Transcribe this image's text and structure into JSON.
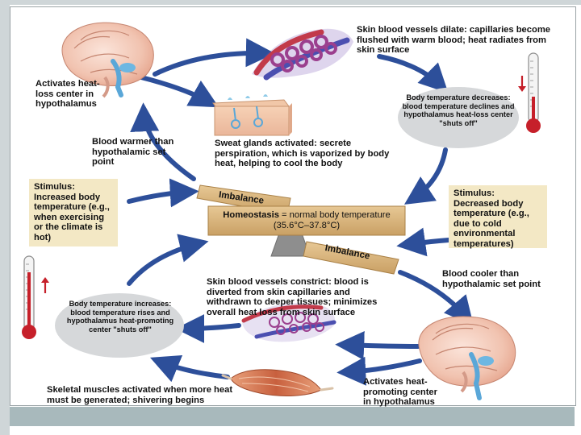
{
  "labels": {
    "activates_heat_loss": "Activates heat-loss center in hypothalamus",
    "blood_warmer": "Blood warmer than hypothalamic set point",
    "vessels_dilate": "Skin blood vessels dilate: capillaries become flushed with warm blood; heat radiates from skin surface",
    "sweat_glands": "Sweat glands activated: secrete perspiration, which is vaporized by body heat, helping to cool the body",
    "body_temp_decreases": "Body temperature decreases: blood temperature declines and hypothalamus heat-loss center \"shuts off\"",
    "stimulus_increased": "Stimulus: Increased body temperature (e.g., when exercising or the climate is hot)",
    "stimulus_decreased": "Stimulus: Decreased body temperature (e.g., due to cold environmental temperatures)",
    "imbalance_top": "Imbalance",
    "imbalance_bottom": "Imbalance",
    "homeostasis_word": "Homeostasis",
    "homeostasis_rest": " = normal body temperature (35.6°C–37.8°C)",
    "blood_cooler": "Blood cooler than hypothalamic set point",
    "vessels_constrict": "Skin blood vessels constrict: blood is diverted from skin capillaries and withdrawn to deeper tissues; minimizes overall heat loss from skin surface",
    "body_temp_increases": "Body temperature increases: blood temperature rises and hypothalamus heat-promoting center \"shuts off\"",
    "skeletal_muscles": "Skeletal muscles activated when more heat must be generated; shivering begins",
    "activates_heat_promoting": "Activates heat-promoting center in hypothalamus"
  },
  "colors": {
    "arrow_blue": "#2d4f9a",
    "beam_tan": "#d9b57a",
    "stimulus_bg": "#f3e8c5",
    "ellipse_gray": "#d6d8da",
    "thermo_red": "#c6202a",
    "vessel_red": "#c23a4a",
    "vessel_blue": "#4b4fb0",
    "footer": "#a8b9bc"
  },
  "icons": {
    "thermometer_down": "down-arrow-icon",
    "thermometer_up": "up-arrow-icon"
  }
}
